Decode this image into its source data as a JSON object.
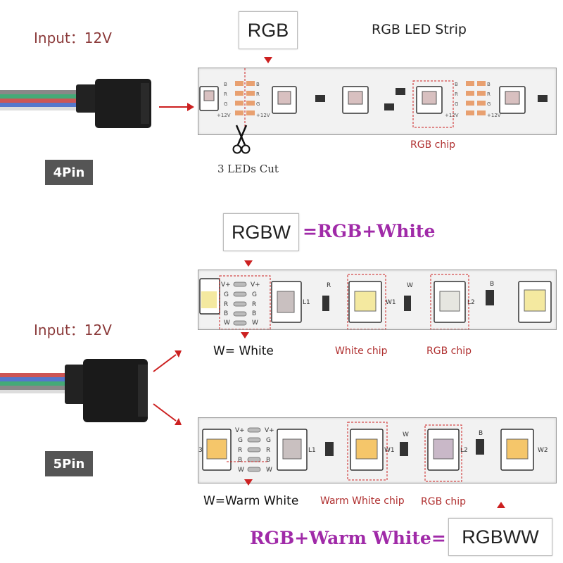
{
  "section_rgb": {
    "input_label": "Input：12V",
    "pin_label": "4Pin",
    "type_label": "RGB",
    "strip_title": "RGB LED Strip",
    "chip_label": "RGB chip",
    "cut_label": "3 LEDs Cut",
    "pad_letters": [
      "B",
      "R",
      "G",
      "+12V"
    ]
  },
  "section_rgbw": {
    "input_label": "Input：12V",
    "pin_label": "5Pin",
    "type_label": "RGBW",
    "equation": "=RGB+White",
    "w_label": "W= White",
    "white_chip_label": "White chip",
    "rgb_chip_label": "RGB chip",
    "pad_letters_left": [
      "V+",
      "G",
      "R",
      "B",
      "W"
    ],
    "pad_letters_right": [
      "V+",
      "G",
      "R",
      "B",
      "W"
    ],
    "strip_marks": [
      "L1",
      "R",
      "W1",
      "W",
      "L2",
      "B"
    ]
  },
  "section_rgbww": {
    "type_label": "RGBWW",
    "equation": "RGB+Warm White=",
    "w_label": "W=Warm White",
    "warm_chip_label": "Warm White chip",
    "rgb_chip_label": "RGB chip",
    "strip_marks": [
      "3",
      "L1",
      "W1",
      "W",
      "L2",
      "B",
      "W2"
    ]
  },
  "colors": {
    "label_red": "#8b3a3a",
    "arrow_red": "#cc2020",
    "purple": "#a02aa8",
    "pin_bg": "#555555",
    "white_led": "#f4e9a0",
    "warm_led": "#f5c66a",
    "copper_pad": "#e8a070"
  }
}
